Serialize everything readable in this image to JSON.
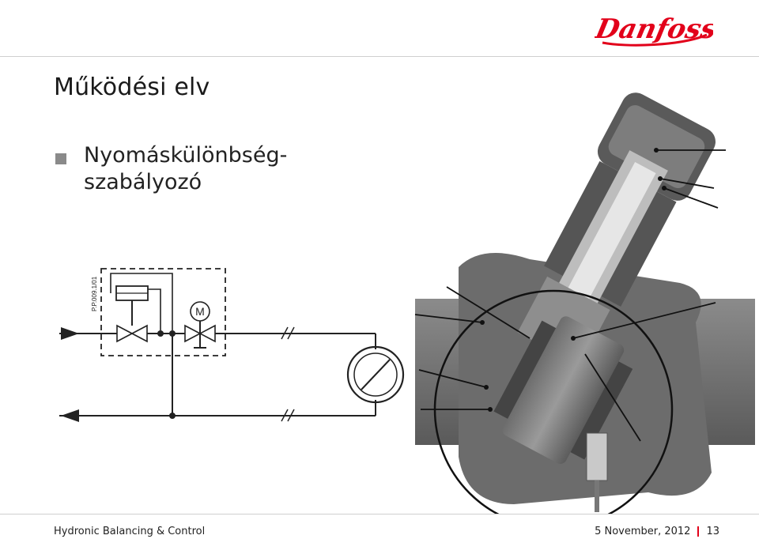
{
  "brand": {
    "name": "Danfoss",
    "color": "#e2001a"
  },
  "slide": {
    "title": "Működési elv",
    "bullet_lines": [
      "Nyomáskülönbség-",
      "szabályozó"
    ]
  },
  "diagram": {
    "code": "P.P.009.1/01",
    "motor_label": "M"
  },
  "footer": {
    "left": "Hydronic Balancing & Control",
    "date": "5 November, 2012",
    "page": "13"
  }
}
